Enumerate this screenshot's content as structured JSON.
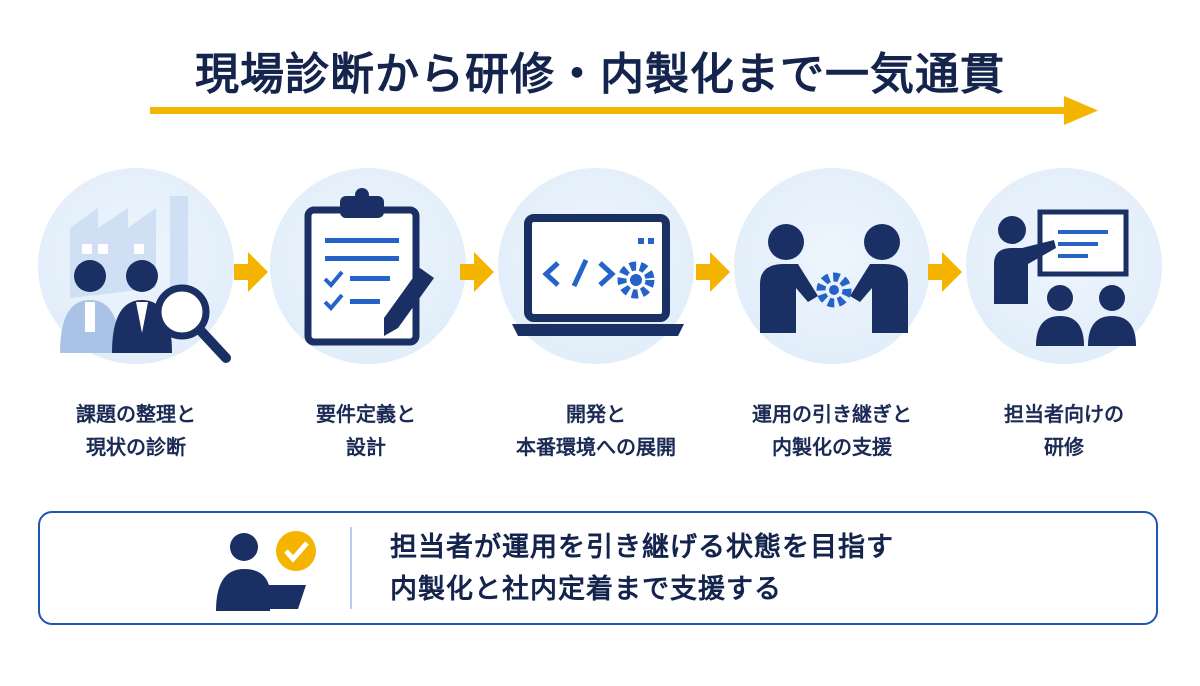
{
  "title": "現場診断から研修・内製化まで一気通貫",
  "colors": {
    "navy": "#1a2f64",
    "accent": "#f4b400",
    "blue": "#2563c9",
    "circle": "#e4eefa",
    "border": "#1e56b3"
  },
  "steps": [
    {
      "icon": "factory-diagnosis-icon",
      "line1": "課題の整理と",
      "line2": "現状の診断"
    },
    {
      "icon": "clipboard-checklist-icon",
      "line1": "要件定義と",
      "line2": "設計"
    },
    {
      "icon": "laptop-code-icon",
      "line1": "開発と",
      "line2": "本番環境への展開"
    },
    {
      "icon": "handover-gear-icon",
      "line1": "運用の引き継ぎと",
      "line2": "内製化の支援"
    },
    {
      "icon": "training-presentation-icon",
      "line1": "担当者向けの",
      "line2": "研修"
    }
  ],
  "summary": {
    "icon": "person-laptop-check-icon",
    "line1": "担当者が運用を引き継げる状態を目指す",
    "line2": "内製化と社内定着まで支援する"
  }
}
